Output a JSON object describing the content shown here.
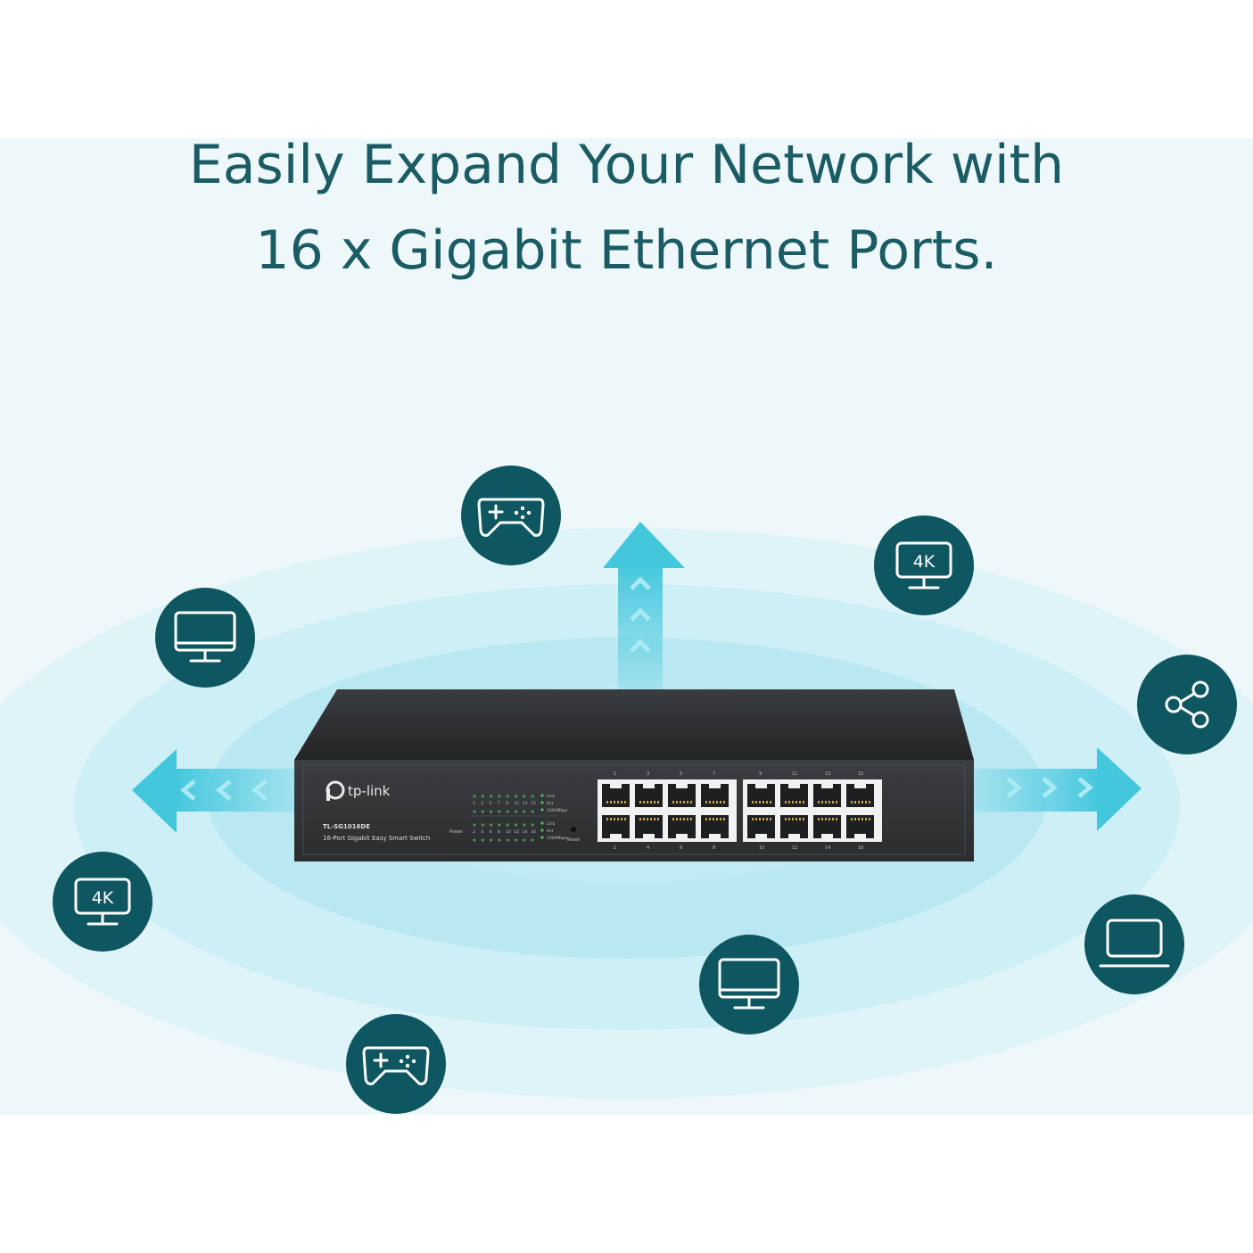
{
  "headline": {
    "line1": "Easily Expand Your Network with",
    "line2": "16 x Gigabit Ethernet Ports."
  },
  "switch": {
    "brand": "tp-link",
    "model": "TL-SG1016DE",
    "description": "16-Port Gigabit Easy Smart Switch",
    "power_label": "Power",
    "reset_label": "Reset",
    "legend_top": [
      "Link",
      "Act",
      "1000Mbps"
    ],
    "legend_bottom": [
      "Link",
      "Act",
      "1000Mbps"
    ],
    "led_row_odd": [
      "1",
      "3",
      "5",
      "7",
      "9",
      "11",
      "13",
      "15"
    ],
    "led_row_even": [
      "2",
      "4",
      "6",
      "8",
      "10",
      "12",
      "14",
      "16"
    ],
    "port_numbers_top": [
      "1",
      "3",
      "5",
      "7",
      "9",
      "11",
      "13",
      "15"
    ],
    "port_numbers_bottom": [
      "2",
      "4",
      "6",
      "8",
      "10",
      "12",
      "14",
      "16"
    ]
  },
  "devices": [
    {
      "icon": "gamepad-icon"
    },
    {
      "icon": "4k-monitor-icon",
      "label": "4K"
    },
    {
      "icon": "desktop-monitor-icon"
    },
    {
      "icon": "share-icon"
    },
    {
      "icon": "4k-monitor-icon",
      "label": "4K"
    },
    {
      "icon": "laptop-icon"
    },
    {
      "icon": "desktop-monitor-icon"
    },
    {
      "icon": "gamepad-icon"
    }
  ],
  "colors": {
    "headline": "#1b5c64",
    "device_circle": "#0e5660",
    "glow": "#9fe2ee",
    "arrow": "#43c7dd",
    "switch_body": "#2d3032"
  }
}
